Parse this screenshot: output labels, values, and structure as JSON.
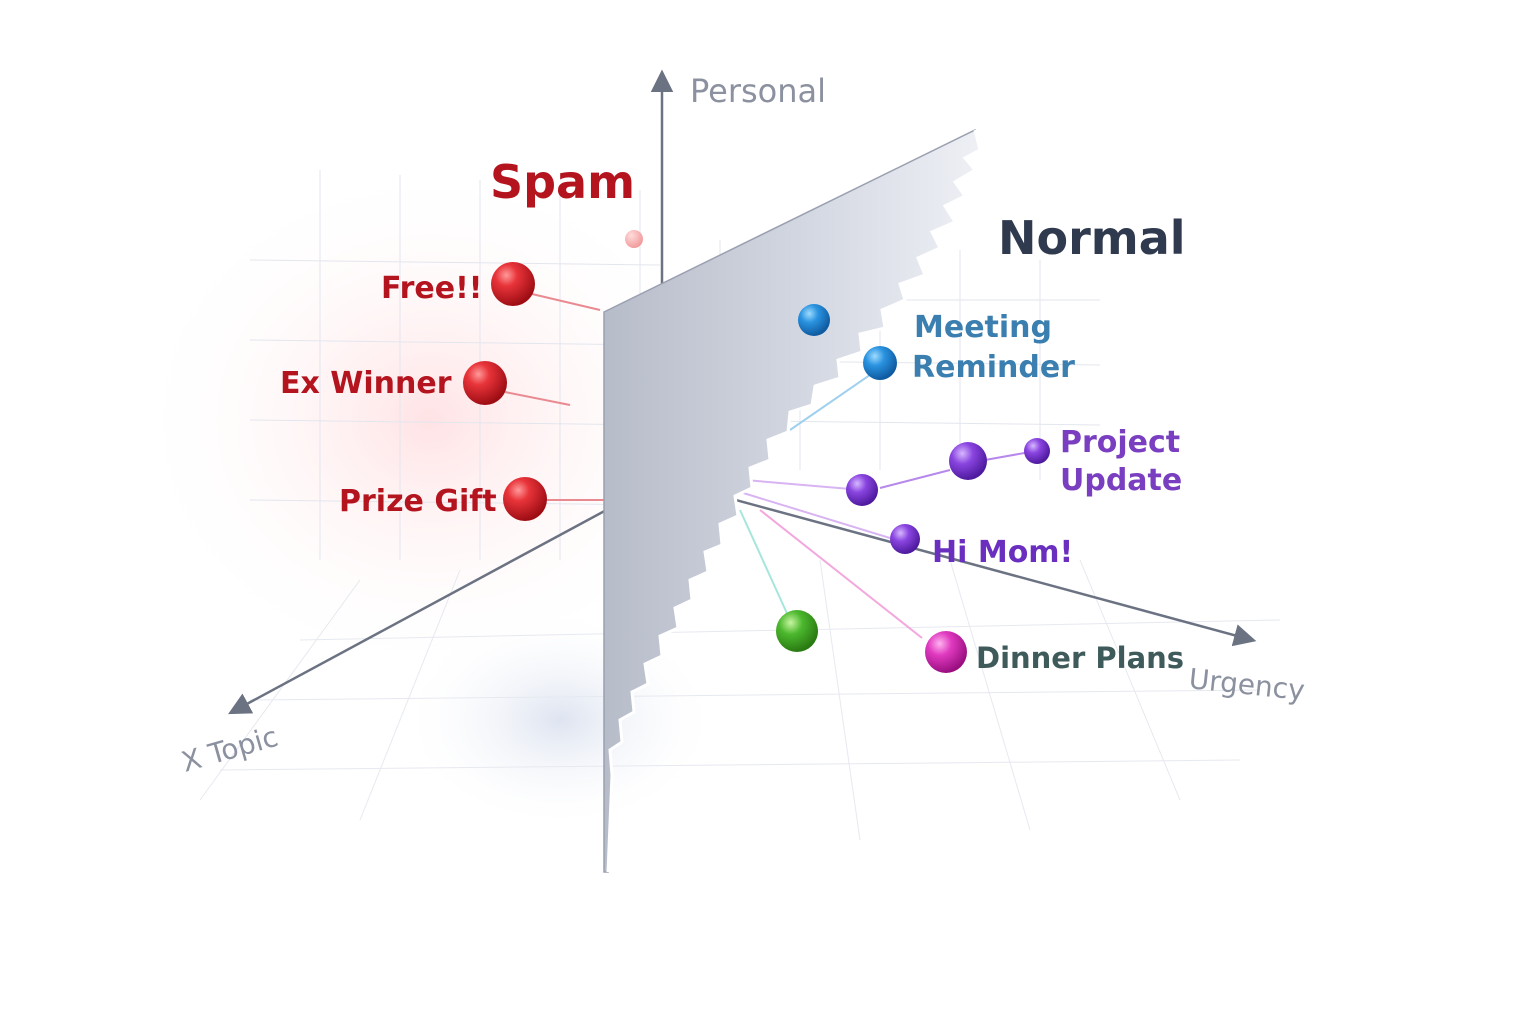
{
  "axes": {
    "vertical": "Personal",
    "right": "Urgency",
    "left": "X Topic"
  },
  "regions": {
    "spam": "Spam",
    "normal": "Normal"
  },
  "labels": {
    "free": "Free!!",
    "ex_winner": "Ex Winner",
    "prize_gift": "Prize Gift",
    "meeting_1": "Meeting",
    "meeting_2": "Reminder",
    "project_1": "Project",
    "project_2": "Update",
    "hi_mom": "Hi Mom!",
    "dinner": "Dinner Plans"
  },
  "colors": {
    "spam": "#b3141e",
    "normal": "#2f3a4f",
    "meeting": "#3a7fb0",
    "project": "#7a3fc0",
    "hi_mom": "#6a2fbf",
    "dinner": "#3f5a5a",
    "axis": "#6b7282",
    "axis_label": "#8c91a0"
  }
}
